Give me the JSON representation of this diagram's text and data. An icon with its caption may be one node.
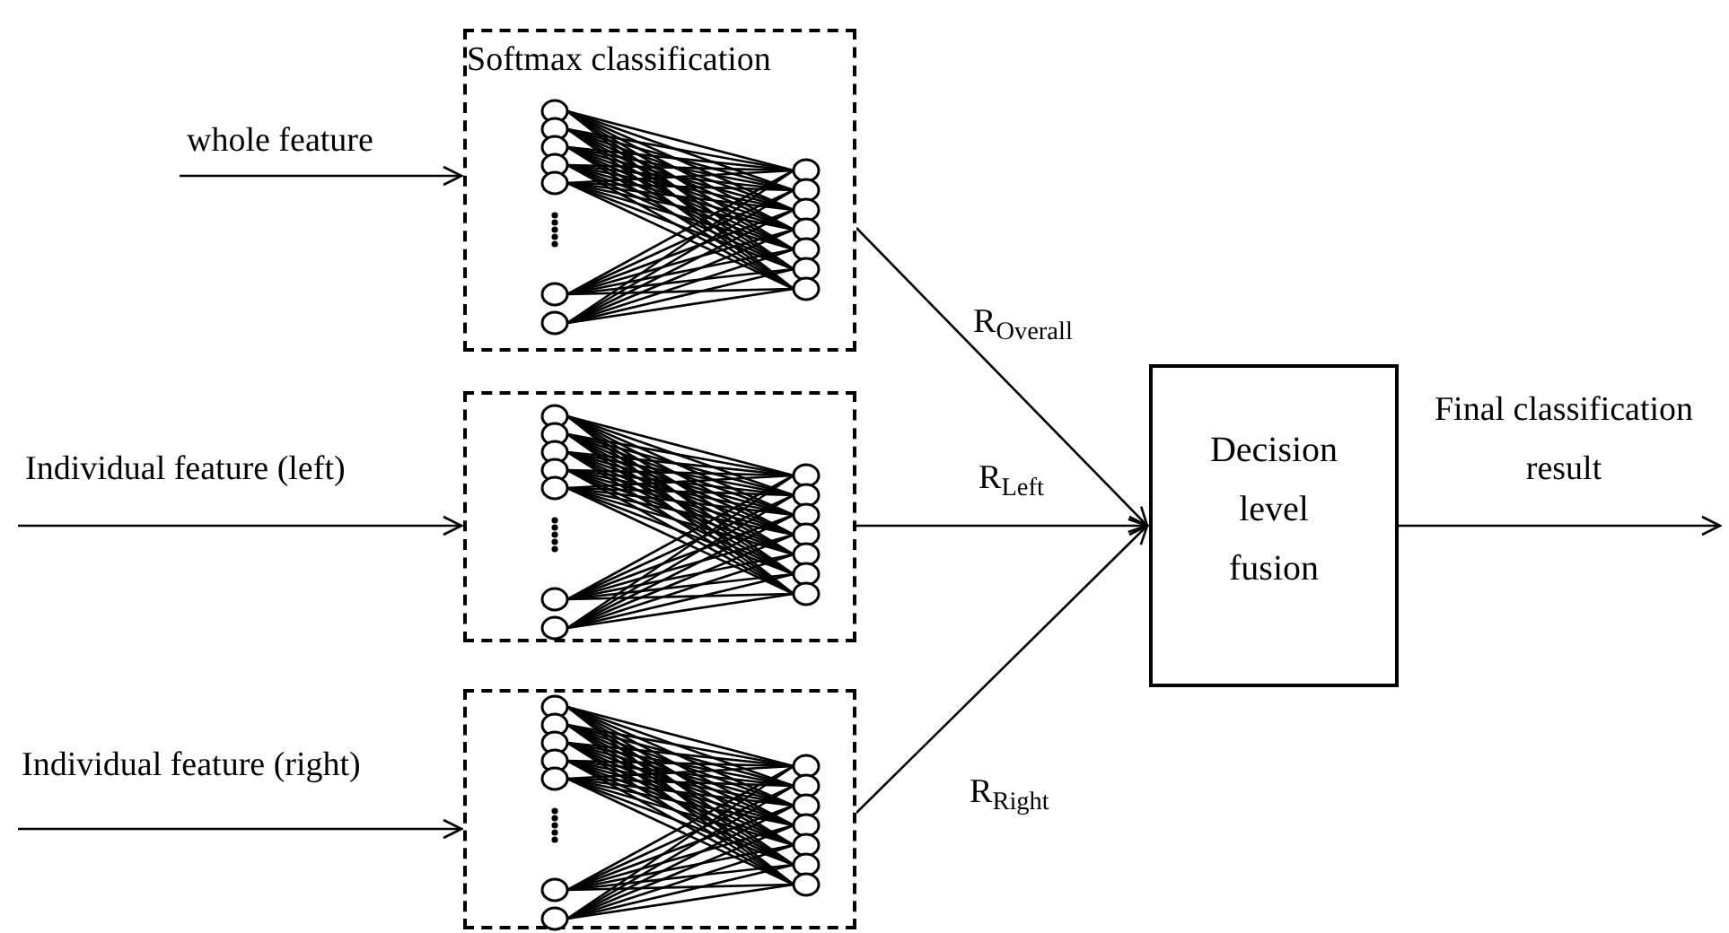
{
  "diagram": {
    "nodes": [
      {
        "text": [
          "Softmax classification"
        ]
      },
      {
        "text": [],
        "shape": "box"
      },
      {
        "text": [],
        "shape": "box"
      },
      {
        "text": [
          "Decision level fusion"
        ]
      }
    ],
    "edges": [
      {
        "from": null,
        "to": 0,
        "arrow": "to",
        "label": "whole feature"
      },
      {
        "from": null,
        "to": 1,
        "arrow": "to",
        "label": "Individual feature (left)"
      },
      {
        "from": null,
        "to": 2,
        "arrow": "to",
        "label": "Individual feature (right)"
      },
      {
        "from": 0,
        "to": 3,
        "arrow": "to",
        "label": "R$_{Overall}$"
      },
      {
        "from": 1,
        "to": 3,
        "arrow": "to",
        "label": "R$_{Left}$"
      },
      {
        "from": 2,
        "to": 3,
        "arrow": "to",
        "label": "R$_{Right}$"
      },
      {
        "from": 3,
        "to": null,
        "arrow": "to",
        "label": "Final classification result"
      }
    ]
  }
}
